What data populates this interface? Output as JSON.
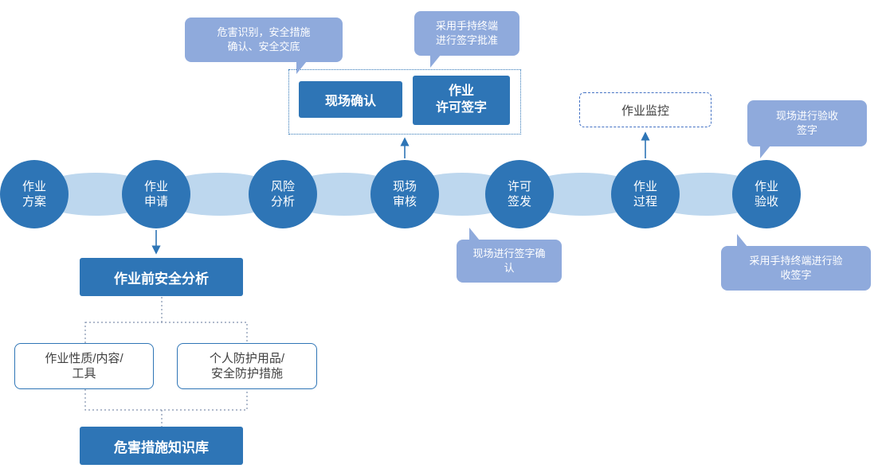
{
  "colors": {
    "primary_blue": "#2E75B6",
    "ribbon_blue": "#BDD7EE",
    "callout_blue": "#8FAADC",
    "dark_text": "#404040"
  },
  "steps": [
    {
      "label": "作业\n方案"
    },
    {
      "label": "作业\n申请"
    },
    {
      "label": "风险\n分析"
    },
    {
      "label": "现场\n审核"
    },
    {
      "label": "许可\n签发"
    },
    {
      "label": "作业\n过程"
    },
    {
      "label": "作业\n验收"
    }
  ],
  "top_group": {
    "site_confirm": "现场确认",
    "permit_sign": "作业\n许可签字"
  },
  "monitor": {
    "label": "作业监控"
  },
  "callouts": {
    "hazard": "危害识别，安全措施\n确认、安全交底",
    "handheld_sign": "采用手持终端\n进行签字批准",
    "site_accept_sign": "现场进行验收\n签字",
    "site_confirm_sign": "现场进行签字确\n认",
    "handheld_accept_sign": "采用手持终端进行验\n收签字"
  },
  "bottom": {
    "pre_analysis": "作业前安全分析",
    "nature_tools": "作业性质/内容/\n工具",
    "ppe_measures": "个人防护用品/\n安全防护措施",
    "knowledge_base": "危害措施知识库"
  }
}
